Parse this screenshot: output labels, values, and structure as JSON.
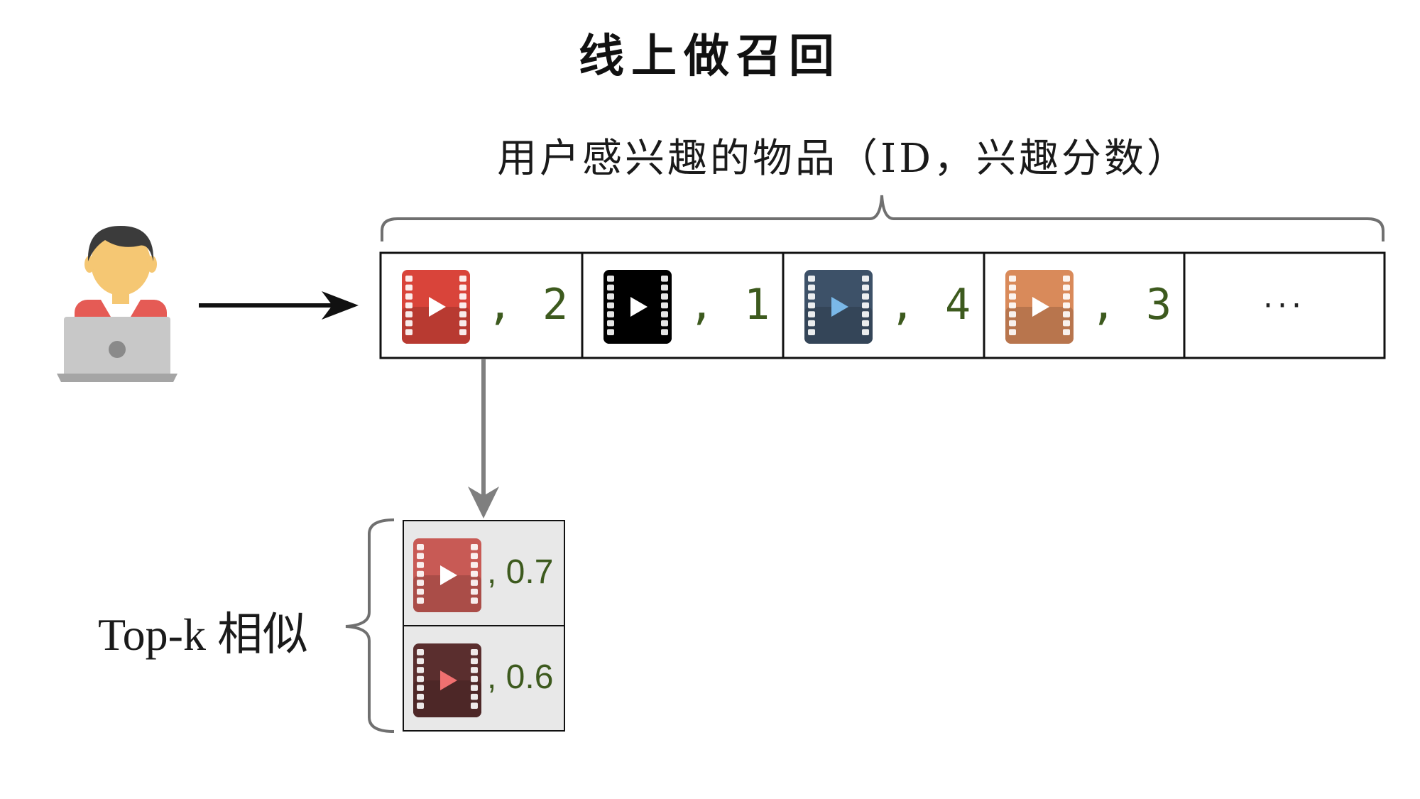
{
  "title": "线上做召回",
  "subtitle": "用户感兴趣的物品（ID，兴趣分数）",
  "interest_items": [
    {
      "icon": "film-icon-red",
      "color": "#d9443a",
      "sep": ",",
      "score": "2"
    },
    {
      "icon": "film-icon-black",
      "color": "#000000",
      "sep": ",",
      "score": "1"
    },
    {
      "icon": "film-icon-slate",
      "color": "#3d5168",
      "sep": ",",
      "score": "4"
    },
    {
      "icon": "film-icon-orange",
      "color": "#d98a5a",
      "sep": ",",
      "score": "3"
    }
  ],
  "ellipsis": "···",
  "similar_items": [
    {
      "icon": "film-icon-rose",
      "color": "#c85a55",
      "score": ", 0.7"
    },
    {
      "icon": "film-icon-maroon",
      "color": "#5a2e2e",
      "score": ", 0.6"
    }
  ],
  "topk_label": "Top-k 相似",
  "colors": {
    "score_text": "#3d5a1e",
    "similar_box_bg": "#e8e8e8",
    "arrow_gray": "#7f7f7f",
    "brace_gray": "#707070"
  }
}
